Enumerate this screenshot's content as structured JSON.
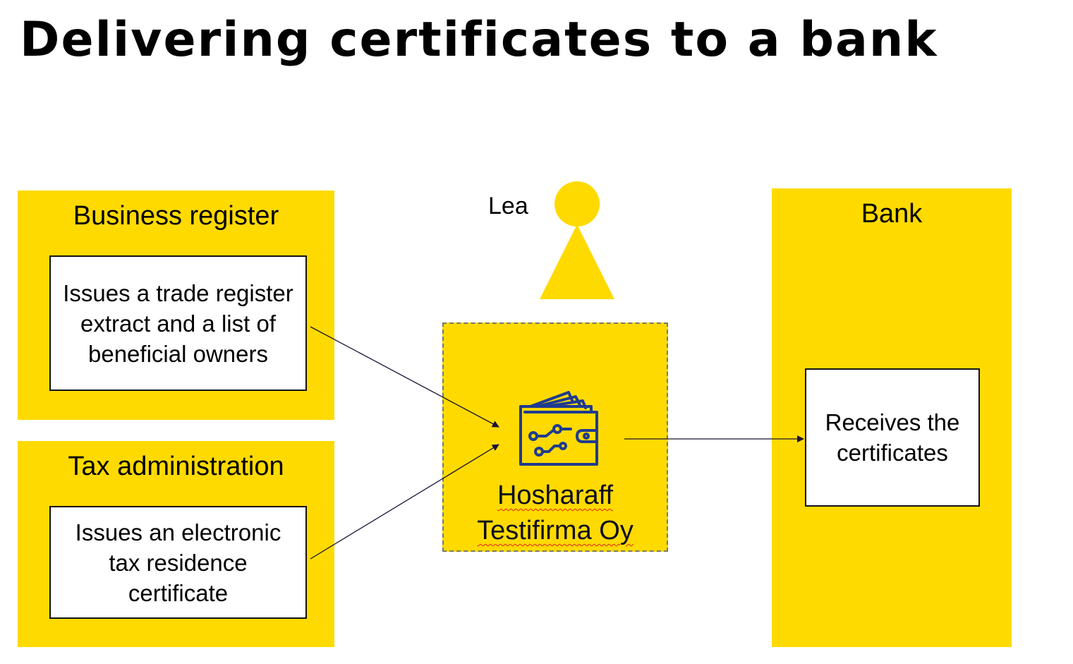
{
  "title": "Delivering certificates to a bank",
  "colors": {
    "panel": "#FFDA00",
    "arrow": "#1a1233",
    "icon": "#1f3b8f"
  },
  "business_register": {
    "label": "Business register",
    "box_text": "Issues a trade register extract and a list of beneficial owners"
  },
  "tax_administration": {
    "label": "Tax administration",
    "box_text": "Issues an electronic tax residence certificate"
  },
  "person": {
    "name": "Lea",
    "icon": "person-icon"
  },
  "wallet": {
    "icon": "digital-wallet-icon",
    "company_line1": "Hosharaff",
    "company_line2": "Testifirma Oy"
  },
  "bank": {
    "label": "Bank",
    "box_text": "Receives the certificates"
  }
}
